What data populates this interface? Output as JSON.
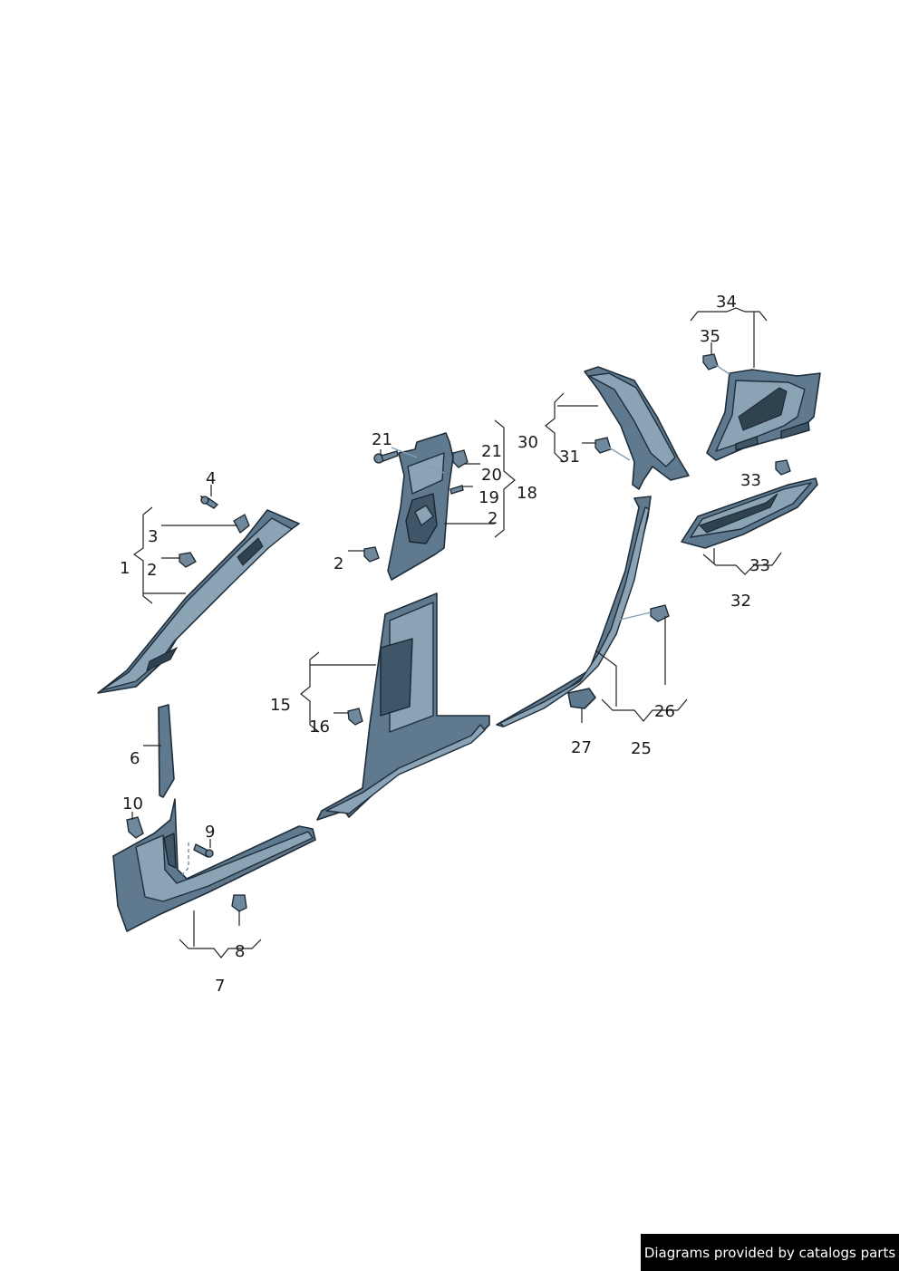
{
  "callouts": {
    "c1": "1",
    "c2a": "2",
    "c2b": "2",
    "c2c": "2",
    "c3": "3",
    "c4": "4",
    "c6": "6",
    "c7": "7",
    "c8": "8",
    "c9": "9",
    "c10": "10",
    "c15": "15",
    "c16": "16",
    "c18": "18",
    "c19": "19",
    "c20": "20",
    "c21a": "21",
    "c21b": "21",
    "c25": "25",
    "c26": "26",
    "c27": "27",
    "c30": "30",
    "c31": "31",
    "c32": "32",
    "c33a": "33",
    "c33b": "33",
    "c34": "34",
    "c35": "35"
  },
  "footer": {
    "text": "Diagrams provided by catalogs parts"
  },
  "colors": {
    "trim": "#5f7a8f",
    "outline": "#1f2e3a",
    "link": "#7f9fb6"
  }
}
